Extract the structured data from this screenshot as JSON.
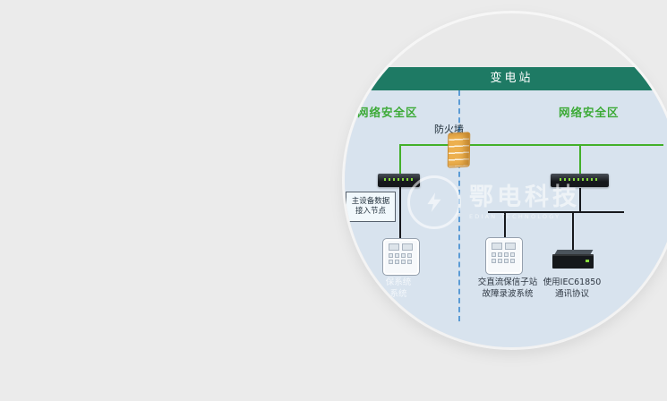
{
  "zoom_view": {
    "banner": {
      "label": "变电站"
    },
    "zones": {
      "left": "网络安全区",
      "right": "网络安全区"
    },
    "firewall": {
      "label": "防火墙"
    },
    "node_box": {
      "line1": "主设备数据",
      "line2": "接入节点"
    },
    "captions": {
      "left": {
        "line1": "保系统",
        "line2": "系统"
      },
      "center": {
        "line1": "交直流保信子站",
        "line2": "故障录波系统"
      },
      "right": {
        "line1": "使用IEC61850",
        "line2": "通讯协议"
      }
    },
    "watermark": {
      "title": "鄂电科技",
      "subtitle": "EDIAN TECHNOLOGY"
    },
    "colors": {
      "page_bg": "#ebebeb",
      "panel_bg": "#d8e3ee",
      "banner_bg": "#1e7a64",
      "zone_label_green": "#3caa36",
      "network_line_green": "#43b02a",
      "boundary_dash_blue": "#5b9bd5",
      "firewall_orange": "#edb04e"
    }
  }
}
